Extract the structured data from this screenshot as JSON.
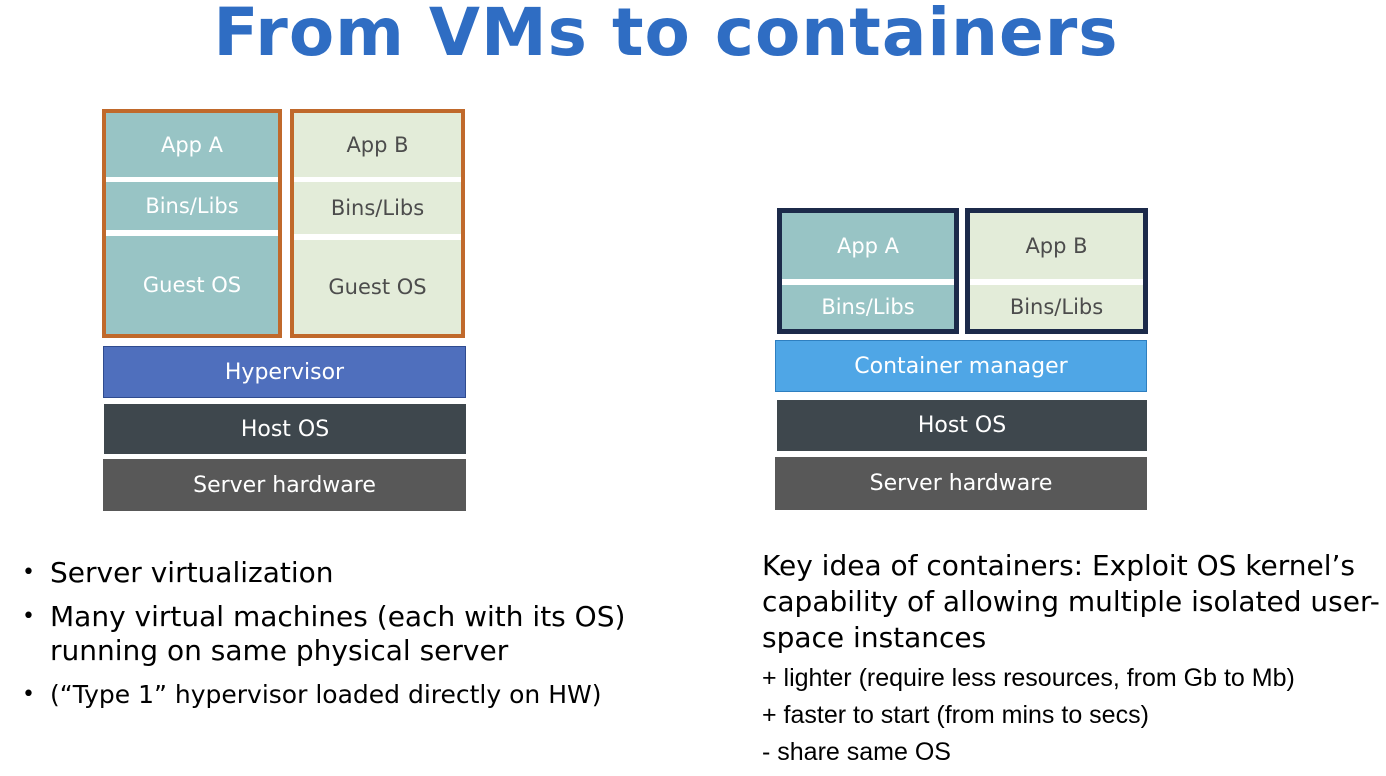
{
  "title": "From VMs to containers",
  "vm_diagram": {
    "vm_a": {
      "app": "App A",
      "libs": "Bins/Libs",
      "os": "Guest OS"
    },
    "vm_b": {
      "app": "App B",
      "libs": "Bins/Libs",
      "os": "Guest OS"
    },
    "hypervisor": "Hypervisor",
    "host_os": "Host OS",
    "hardware": "Server hardware"
  },
  "container_diagram": {
    "container_a": {
      "app": "App A",
      "libs": "Bins/Libs"
    },
    "container_b": {
      "app": "App B",
      "libs": "Bins/Libs"
    },
    "manager": "Container manager",
    "host_os": "Host OS",
    "hardware": "Server hardware"
  },
  "left_bullets": [
    "Server virtualization",
    "Many virtual machines (each with its OS) running on same physical server",
    "(“Type 1” hypervisor loaded directly on HW)"
  ],
  "right_text": {
    "key_idea": "Key idea of containers: Exploit OS kernel’s capability of allowing multiple isolated user-space instances",
    "points": [
      "+ lighter (require less resources, from Gb to Mb)",
      "+ faster to start (from mins to secs)",
      "- share same OS"
    ]
  },
  "colors": {
    "title": "#2f6dc3",
    "vm_border": "#c0692b",
    "container_border": "#1c2a4a",
    "hypervisor": "#4f6fbd",
    "container_manager": "#4fa6e6",
    "host_os": "#3e474d",
    "hardware": "#585858",
    "teal_layer": "#98c4c5",
    "pale_layer": "#e3ecd9"
  }
}
